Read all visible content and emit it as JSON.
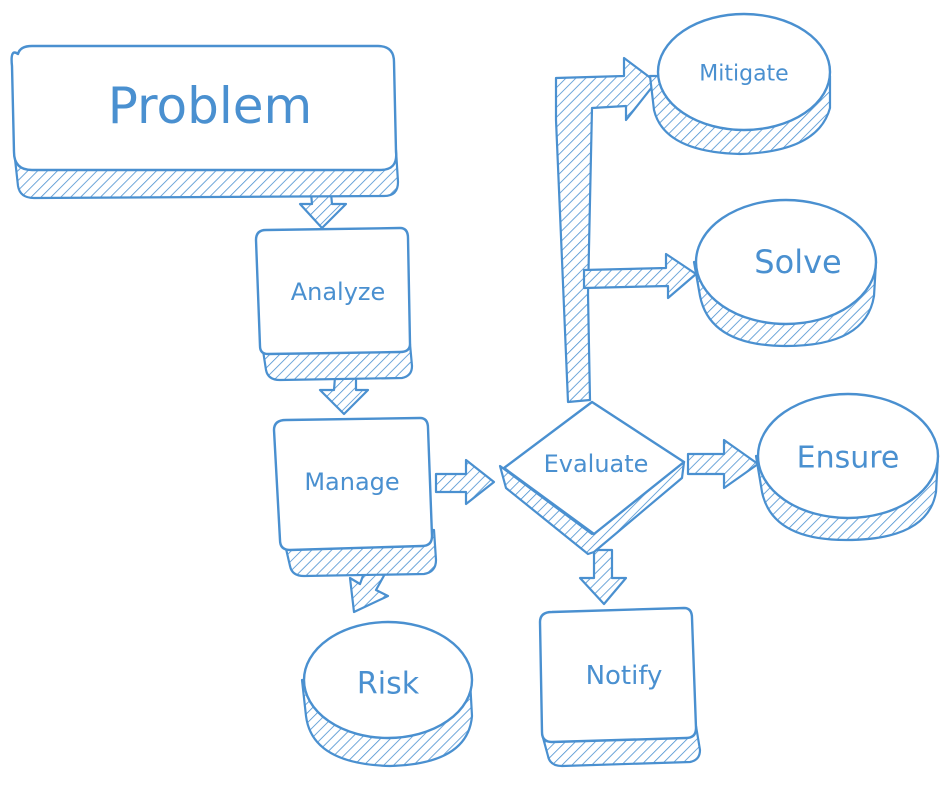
{
  "colors": {
    "ink": "#4a90d0",
    "paper": "#ffffff"
  },
  "nodes": {
    "problem": "Problem",
    "analyze": "Analyze",
    "manage": "Manage",
    "risk": "Risk",
    "evaluate": "Evaluate",
    "notify": "Notify",
    "mitigate": "Mitigate",
    "solve": "Solve",
    "ensure": "Ensure"
  }
}
